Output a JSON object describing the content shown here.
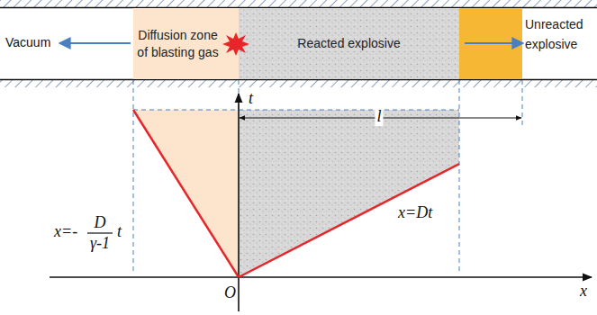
{
  "diagram": {
    "nodes": [
      {
        "text": [
          "Diffusion zone of blasting gas"
        ]
      },
      {
        "text": [
          "Reacted explosive"
        ]
      },
      {
        "text": [
          "Unreacted explosive"
        ]
      }
    ],
    "labels": [
      "Vacuum",
      "l",
      "t",
      "x",
      "O",
      "x=-",
      "D",
      "γ-1",
      "t",
      "x=Dt"
    ]
  }
}
